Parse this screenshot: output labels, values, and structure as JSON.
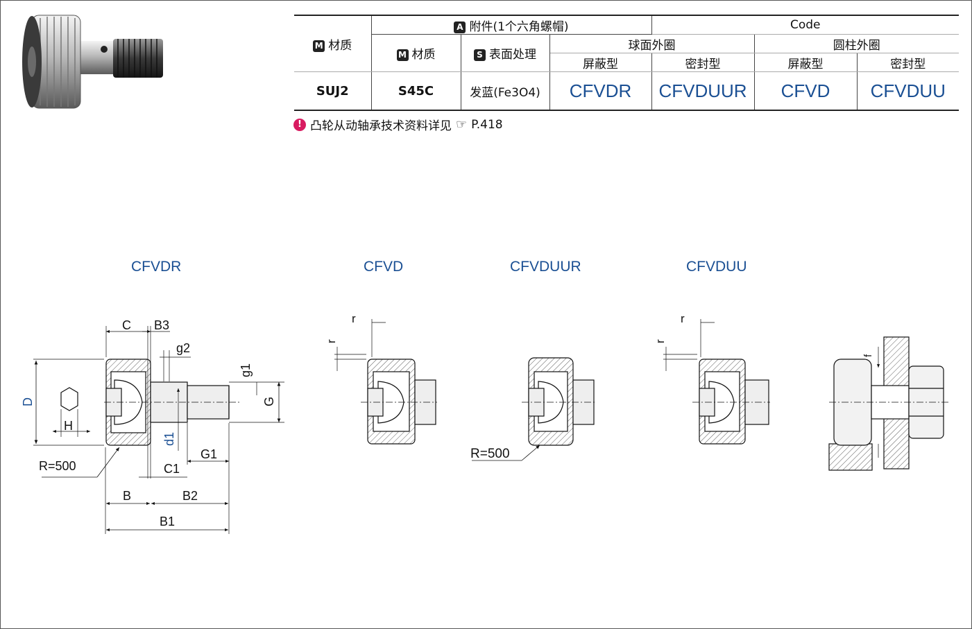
{
  "table": {
    "hdr_material": "材质",
    "hdr_attachment": "附件(1个六角螺帽)",
    "hdr_att_material": "材质",
    "hdr_surface": "表面处理",
    "hdr_code": "Code",
    "hdr_spherical": "球面外圈",
    "hdr_cylindrical": "圆柱外圈",
    "hdr_shield": "屏蔽型",
    "hdr_seal": "密封型",
    "badge_m": "M",
    "badge_a": "A",
    "badge_s": "S",
    "row": {
      "material": "SUJ2",
      "att_material": "S45C",
      "surface": "发蓝(Fe3O4)",
      "codes": [
        "CFVDR",
        "CFVDUUR",
        "CFVD",
        "CFVDUU"
      ]
    }
  },
  "note": {
    "text": "凸轮从动轴承技术资料详见",
    "ref": "P.418"
  },
  "drawing_titles": [
    "CFVDR",
    "CFVD",
    "CFVDUUR",
    "CFVDUU"
  ],
  "dimension_labels": {
    "C": "C",
    "B3": "B3",
    "g2": "g2",
    "g1": "g1",
    "D": "D",
    "H": "H",
    "G": "G",
    "d1": "d1",
    "G1": "G1",
    "C1": "C1",
    "B": "B",
    "B2": "B2",
    "B1": "B1",
    "R500": "R=500",
    "r": "r",
    "f": "f"
  },
  "colors": {
    "accent_blue": "#1a4f93",
    "note_pink": "#d81b60"
  }
}
